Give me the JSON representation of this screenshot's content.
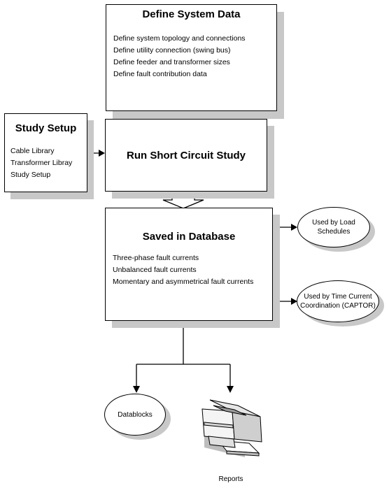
{
  "define_system_data": {
    "title": "Define System Data",
    "lines": [
      "Define system topology and connections",
      "Define utility connection (swing bus)",
      "Define feeder and transformer sizes",
      "Define fault contribution data"
    ]
  },
  "study_setup": {
    "title": "Study Setup",
    "lines": [
      "Cable Library",
      "Transformer Libray",
      "Study Setup"
    ]
  },
  "run_short_circuit": {
    "title": "Run Short Circuit Study"
  },
  "saved_in_database": {
    "title": "Saved in Database",
    "lines": [
      "Three-phase fault currents",
      "Unbalanced fault currents",
      "Momentary and asymmetrical fault currents"
    ]
  },
  "outputs": {
    "load_schedules": [
      "Used by Load",
      "Schedules"
    ],
    "tcc": [
      "Used by Time Current",
      "Coordination (CAPTOR)"
    ],
    "datablocks": "Datablocks",
    "reports": "Reports"
  }
}
